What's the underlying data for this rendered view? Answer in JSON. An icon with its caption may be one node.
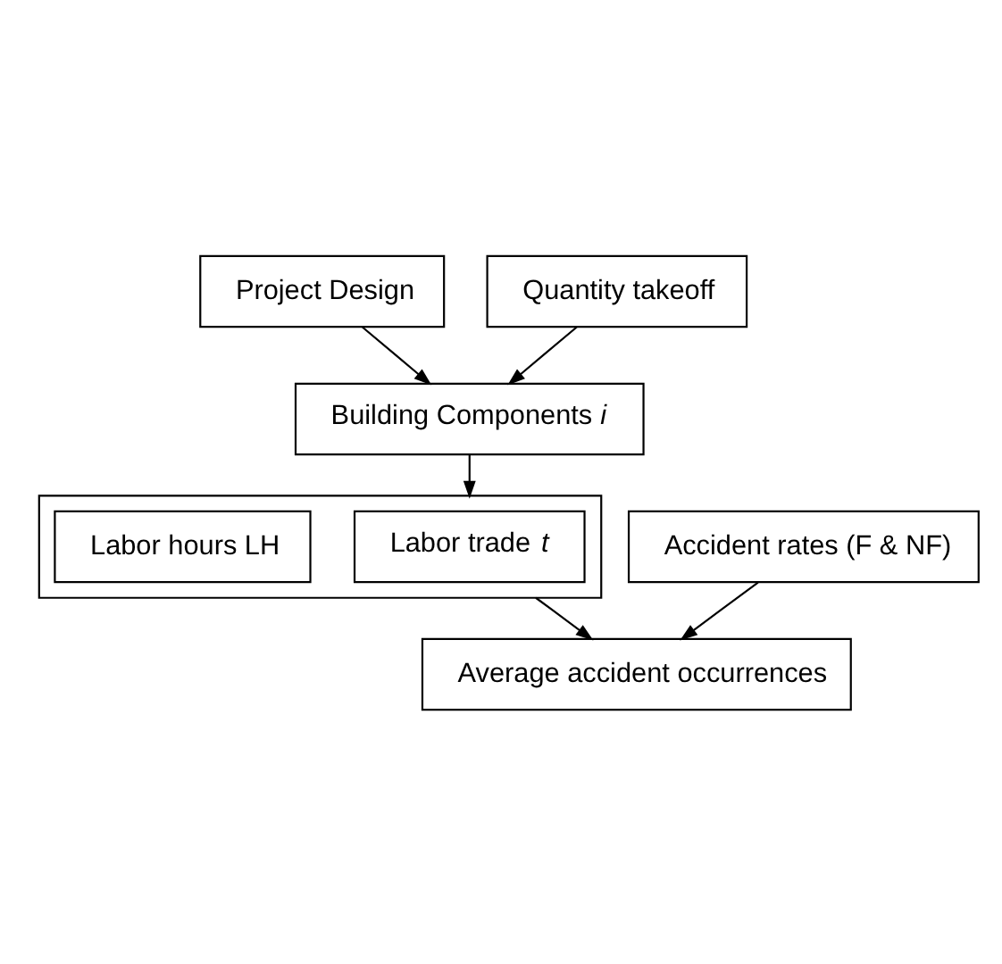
{
  "diagram": {
    "nodes": [
      {
        "text": [
          "Project Design"
        ]
      },
      {
        "text": [
          "Quantity takeoff"
        ]
      },
      {
        "text": [
          "Building Components *i*"
        ]
      },
      {
        "text": [],
        "shape": "box"
      },
      {
        "text": [
          "Labor trade *t*"
        ],
        "in": 3
      },
      {
        "text": [
          "Labor hours LH"
        ],
        "in": 3
      },
      {
        "text": [
          "Accident rates (F & NF)"
        ]
      },
      {
        "text": [
          "Average accident occurrences"
        ]
      }
    ],
    "edges": [
      {
        "from": 0,
        "to": 2,
        "arrow": "to"
      },
      {
        "from": 1,
        "to": 2,
        "arrow": "to"
      },
      {
        "from": 2,
        "to": 3,
        "arrow": "to"
      },
      {
        "from": 3,
        "to": 7,
        "arrow": "to"
      },
      {
        "from": 6,
        "to": 7,
        "arrow": "to"
      }
    ]
  }
}
